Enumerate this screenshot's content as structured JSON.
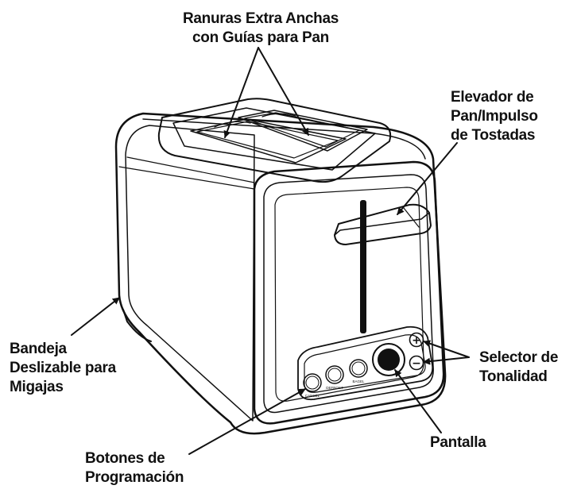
{
  "labels": {
    "slots": [
      "Ranuras Extra Anchas",
      "con Guías para Pan"
    ],
    "lever": [
      "Elevador de",
      "Pan/Impulso",
      "de Tostadas"
    ],
    "crumb_tray": [
      "Bandeja",
      "Deslizable para",
      "Migajas"
    ],
    "shade": [
      "Selector de",
      "Tonalidad"
    ],
    "display": [
      "Pantalla"
    ],
    "program_buttons": [
      "Botones de",
      "Programación"
    ]
  },
  "button_texts": [
    "CANCEL",
    "DEFROST",
    "BAGEL"
  ],
  "shade_controls": {
    "plus": "+",
    "minus": "−"
  }
}
